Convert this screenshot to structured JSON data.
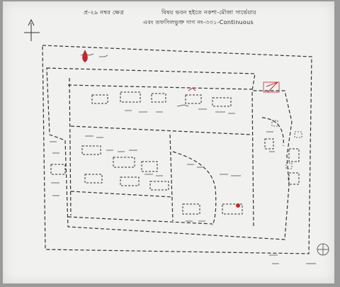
{
  "map": {
    "header": {
      "line1_left": "প্র-২৯ নম্বর ক্ষেত্র",
      "line1_right": "বিষয় ভবন হইতে নকশা-মৌজা সার্ভেয়ার",
      "line2": "এবং তফসিলভুক্ত দাগ নং-৩৩১-Continuous"
    },
    "colors": {
      "paper": "#f1f1ef",
      "ink": "#333333",
      "red_marker": "#c0272d"
    },
    "markers": [
      "north-arrow-icon",
      "red-drop-icon",
      "red-dot-marker",
      "compass-stamp-icon"
    ]
  }
}
